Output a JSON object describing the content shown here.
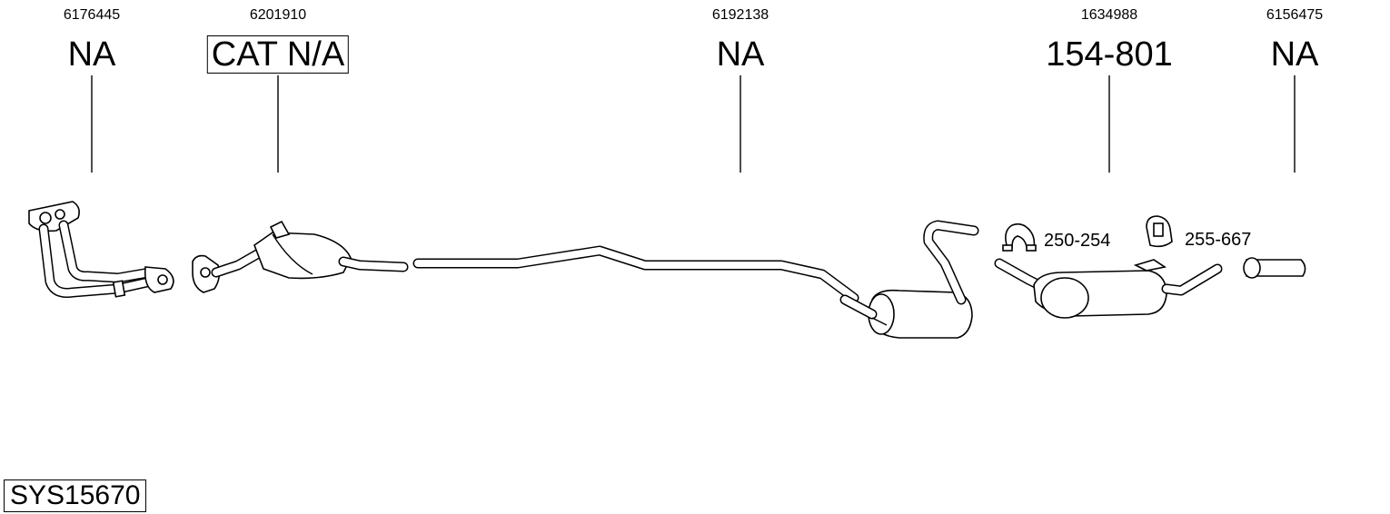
{
  "parts": [
    {
      "number": "6176445",
      "code": "NA"
    },
    {
      "number": "6201910",
      "code": "CAT N/A"
    },
    {
      "number": "6192138",
      "code": "NA"
    },
    {
      "number": "1634988",
      "code": "154-801"
    },
    {
      "number": "6156475",
      "code": "NA"
    }
  ],
  "accessories": [
    {
      "code": "250-254",
      "icon": "clamp-icon"
    },
    {
      "code": "255-667",
      "icon": "rubber-mount-icon"
    }
  ],
  "system_code": "SYS15670"
}
